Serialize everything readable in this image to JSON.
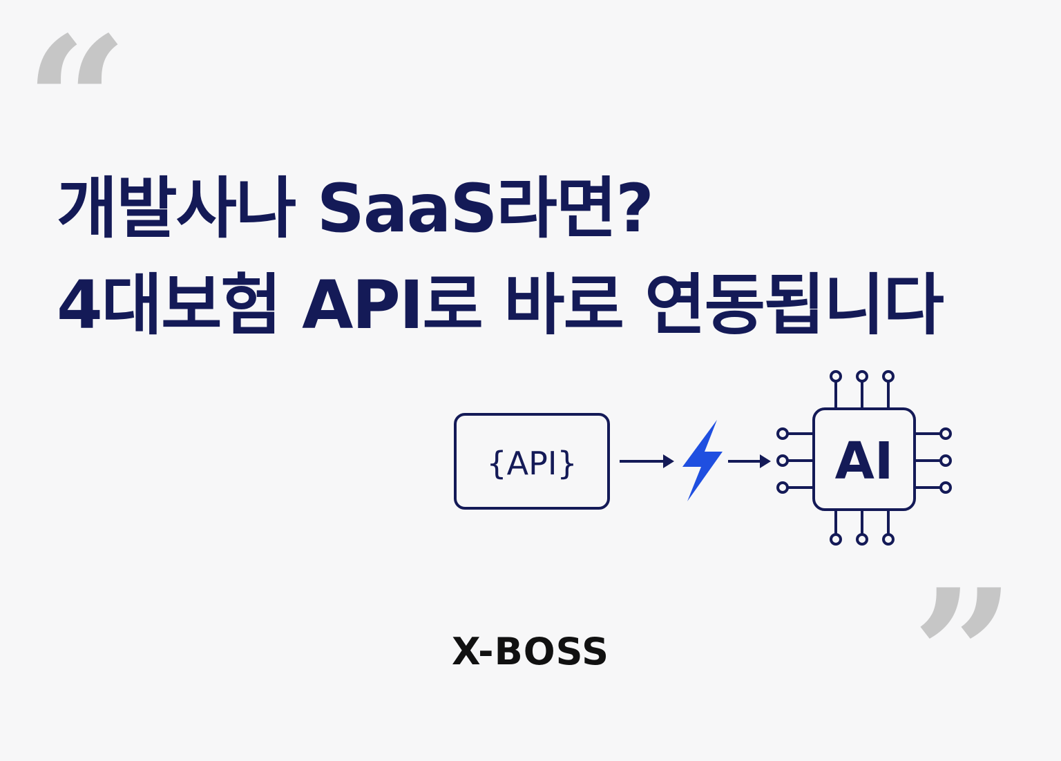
{
  "headline": {
    "line1": "개발사나 SaaS라면?",
    "line2": "4대보험 API로 바로 연동됩니다"
  },
  "diagram": {
    "api_label": "{API}",
    "ai_label": "AI",
    "icons": [
      "arrow-right-icon",
      "lightning-bolt-icon",
      "ai-chip-icon"
    ]
  },
  "brand": {
    "name": "X-BOSS"
  },
  "colors": {
    "background": "#f7f7f8",
    "headline": "#141a57",
    "quote_marks": "#c6c6c6",
    "bolt": "#1f4fe0",
    "brand": "#111111"
  }
}
